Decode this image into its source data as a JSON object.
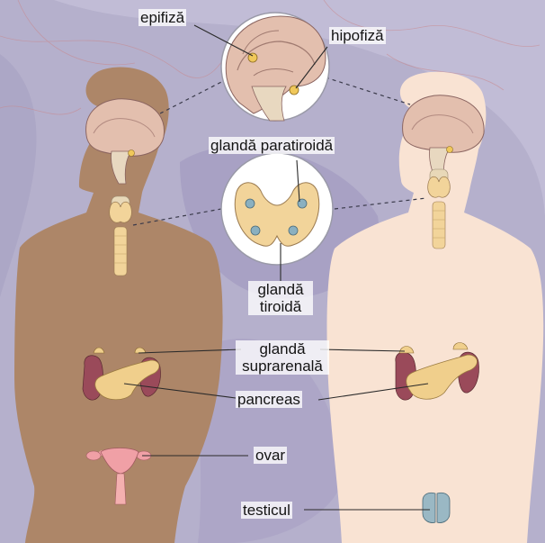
{
  "labels": {
    "epifiza": "epifiză",
    "hipofiza": "hipofiză",
    "paratiroida": "glandă paratiroidă",
    "tiroida_line1": "glandă",
    "tiroida_line2": "tiroidă",
    "suprarenala_line1": "glandă",
    "suprarenala_line2": "suprarenală",
    "pancreas": "pancreas",
    "ovar": "ovar",
    "testicul": "testicul"
  },
  "colors": {
    "background": "#b5b0cc",
    "female_skin": "#ad8668",
    "male_skin": "#f9e3d3",
    "brain": "#e3bfae",
    "gland_yellow": "#f0c85a",
    "pancreas": "#f0cf8c",
    "kidney": "#9a4a5a",
    "uterus": "#f0a0a6",
    "thyroid": "#f2d49a",
    "parathyroid": "#8ab0c0",
    "label_line": "#2a2a2a"
  }
}
